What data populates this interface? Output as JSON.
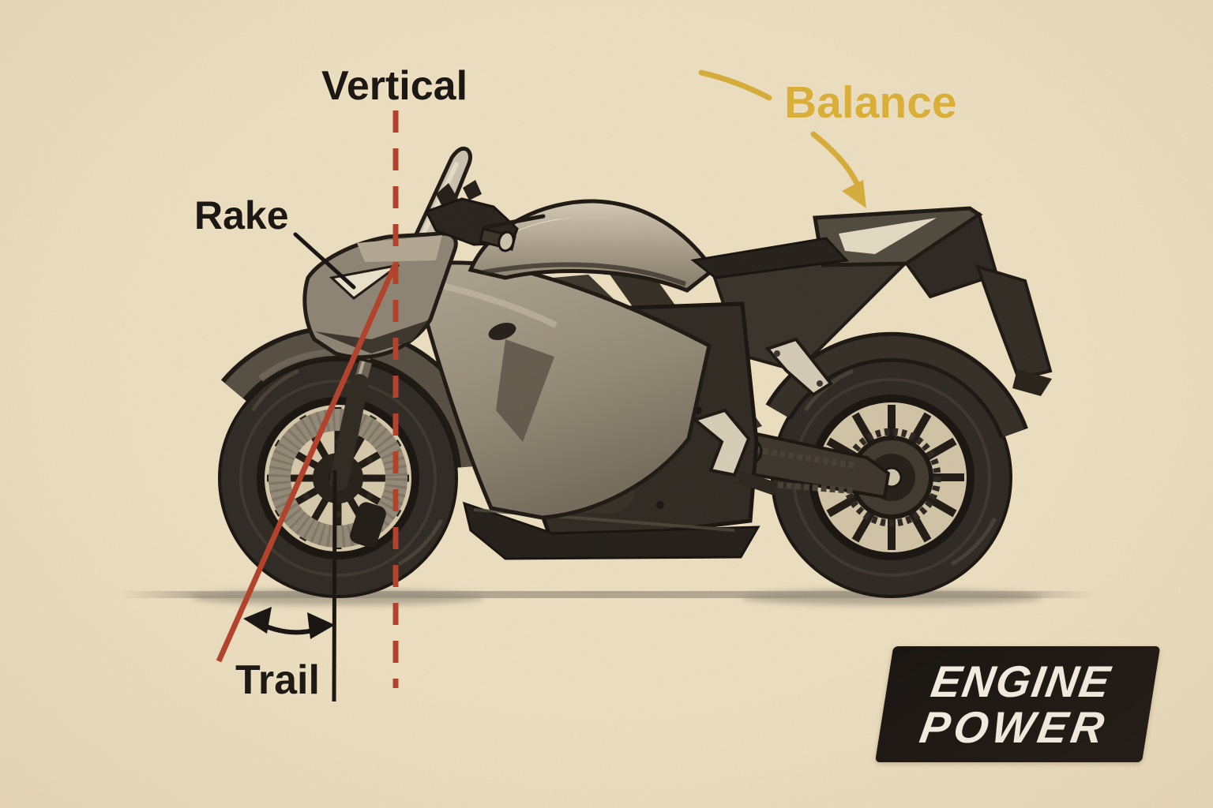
{
  "background": {
    "color": "#efe2c3"
  },
  "labels": {
    "vertical": "Vertical",
    "rake": "Rake",
    "trail": "Trail",
    "balance": "Balance"
  },
  "logo": {
    "line1": "ENGINE",
    "line2": "POWER"
  },
  "colors": {
    "label_ink": "#1c1813",
    "balance_yellow": "#d9af3a",
    "axis_red": "#b5402a",
    "arrow_black": "#16120e",
    "ground_shadow": "#8f8779",
    "logo_bg": "#1a1612",
    "logo_fg": "#f2ede2",
    "background_cream": "#efe2c3"
  },
  "illustration": {
    "subject": "sport motorcycle side view, grayscale ink wash"
  }
}
